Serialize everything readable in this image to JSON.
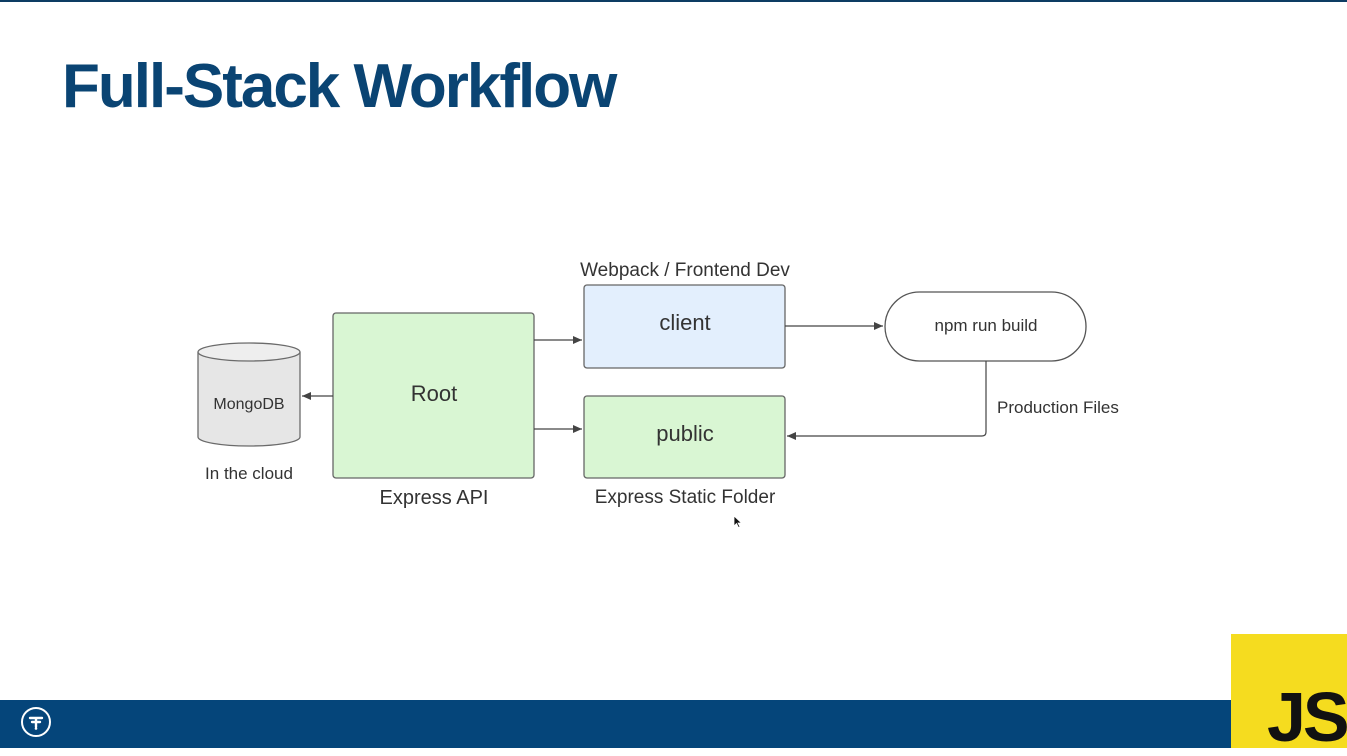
{
  "slide": {
    "title": "Full-Stack Workflow"
  },
  "diagram": {
    "nodes": {
      "mongodb": "MongoDB",
      "root": "Root",
      "client": "client",
      "public": "public",
      "build": "npm run build"
    },
    "captions": {
      "in_the_cloud": "In the cloud",
      "express_api": "Express API",
      "webpack": "Webpack / Frontend Dev",
      "static_folder": "Express Static Folder",
      "production_files": "Production Files"
    }
  },
  "footer": {
    "logo": "JS",
    "brand_icon": "traversy-badge-icon"
  },
  "colors": {
    "title": "#0a4473",
    "footer": "#05457a",
    "js_logo": "#f5dc1f",
    "green_box": "#d9f6d3",
    "blue_box": "#e3effd"
  }
}
